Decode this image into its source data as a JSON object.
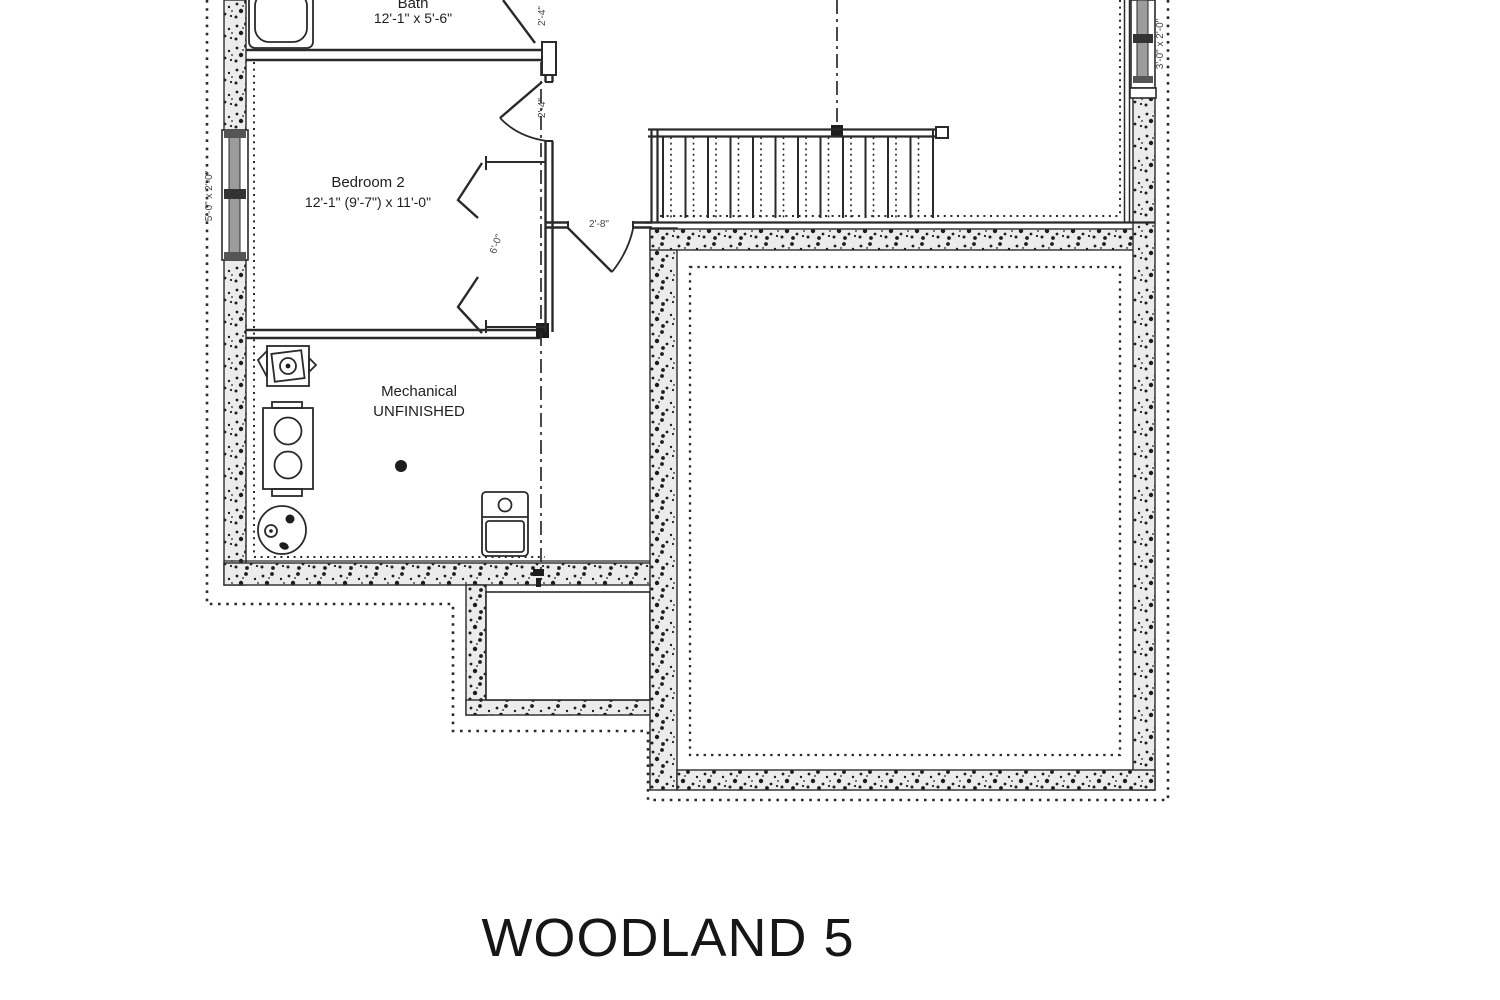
{
  "title": "WOODLAND 5",
  "plan": {
    "rooms": {
      "bath": {
        "label": "Bath",
        "dims": "12'-1\" x 5'-6\""
      },
      "bedroom2": {
        "label": "Bedroom 2",
        "dims": "12'-1\" (9'-7\") x 11'-0\""
      },
      "mechanical": {
        "label": "Mechanical",
        "status": "UNFINISHED"
      }
    },
    "dimensions": {
      "closet_width": "6'-0\"",
      "bath_door": "2'-4\"",
      "bedroom_door": "2'-4\"",
      "mech_door": "2'-8\"",
      "left_window": "5'-0\" x 2'-0\"",
      "right_window": "3'-0\" x 2'-0\""
    },
    "colors": {
      "line": "#2a2a2a",
      "wall_fill": "#ececec",
      "glass": "#9c9c9c",
      "background": "#ffffff"
    }
  }
}
